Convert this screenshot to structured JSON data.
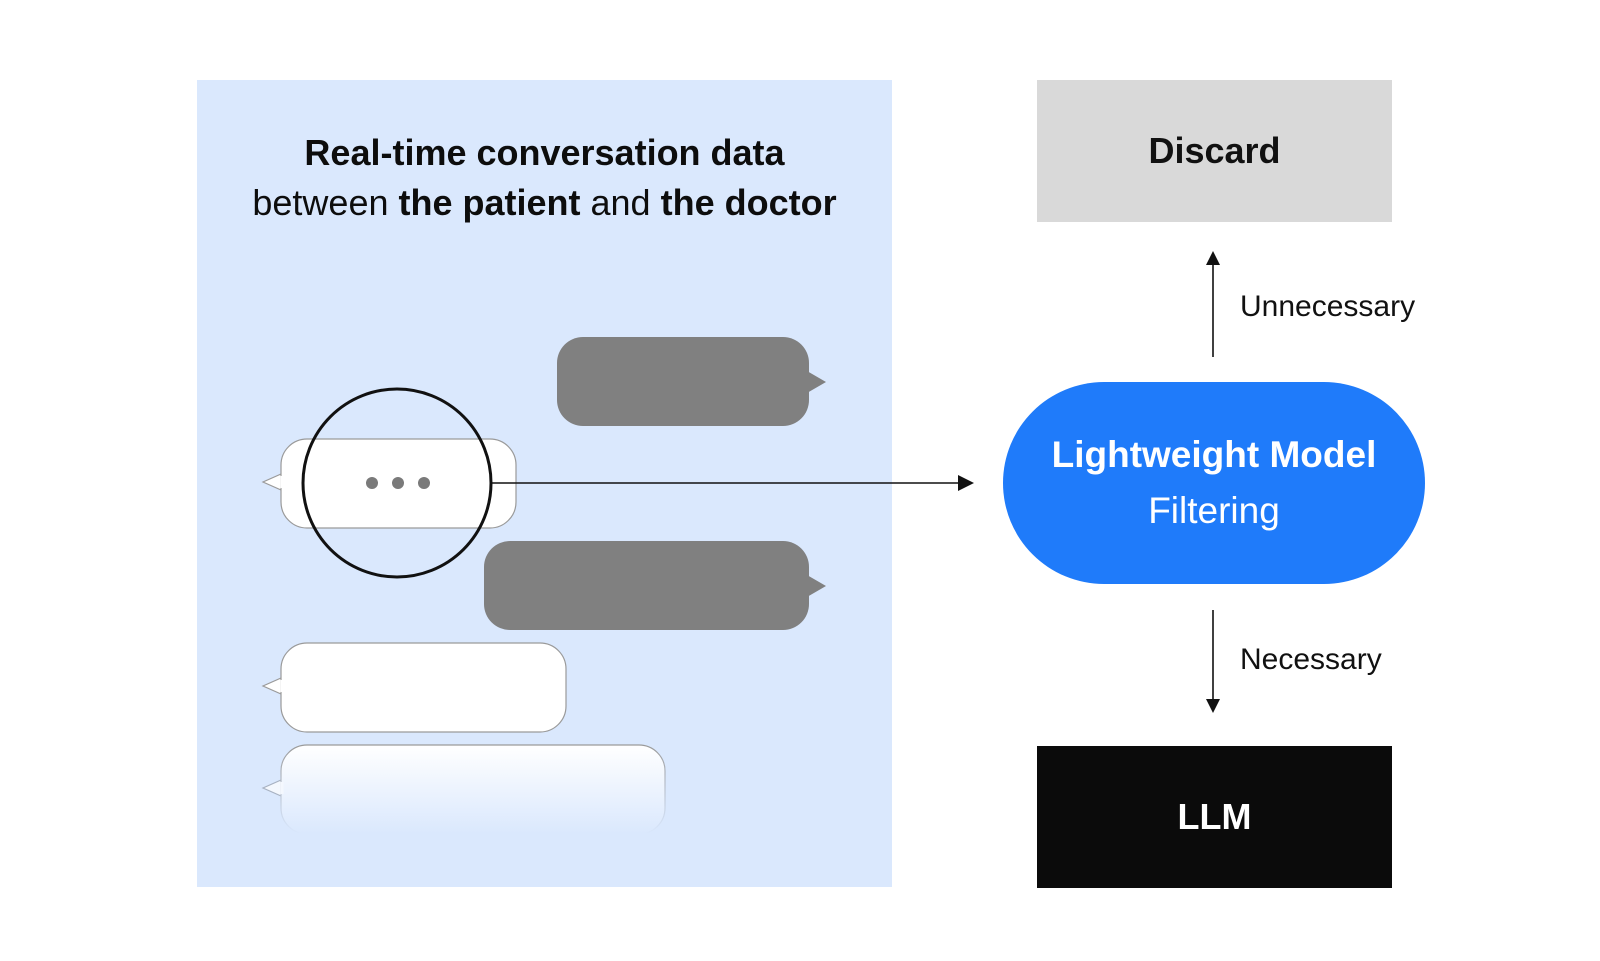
{
  "panel": {
    "title_line1": "Real-time conversation data",
    "title_between": "between ",
    "title_patient": "the patient",
    "title_and": " and ",
    "title_doctor": "the doctor",
    "typing_indicator": "• • •"
  },
  "nodes": {
    "discard": "Discard",
    "model_title": "Lightweight Model",
    "model_subtitle": "Filtering",
    "llm": "LLM"
  },
  "edges": {
    "unnecessary": "Unnecessary",
    "necessary": "Necessary"
  },
  "colors": {
    "panel_bg": "#dae8fd",
    "model_blue": "#1f7bfa",
    "discard_gray": "#d9d9d9",
    "llm_black": "#0b0b0b",
    "doctor_bubble": "#808080",
    "patient_bubble": "#ffffff"
  }
}
